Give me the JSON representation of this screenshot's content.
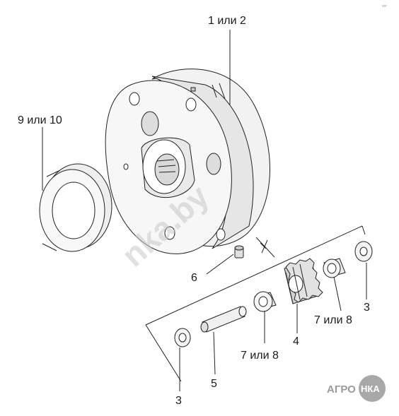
{
  "labels": {
    "pump_housing": "1 или 2",
    "ring": "9 или 10",
    "fitting": "6",
    "washer_right": "3",
    "bushing_right": "7 или 8",
    "gear": "4",
    "bushing_left": "7 или 8",
    "shaft": "5",
    "washer_left": "3"
  },
  "watermark": "nka.by",
  "logo": {
    "left_text": "АГРО",
    "right_text": "НКА"
  },
  "corner_mark": "ver"
}
